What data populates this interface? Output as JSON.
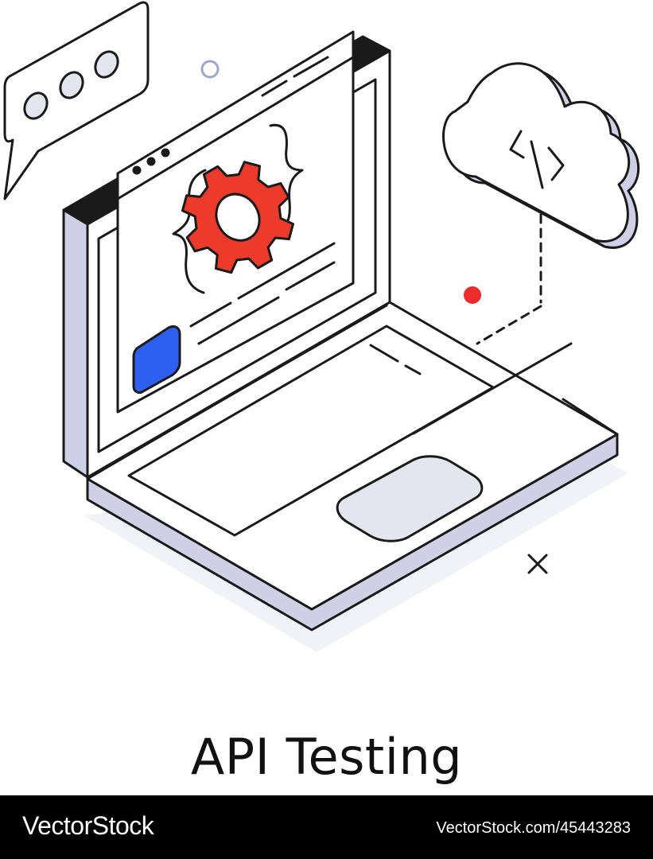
{
  "caption": "API Testing",
  "watermark": {
    "brand": "VectorStock",
    "id_text": "VectorStock.com/45443283"
  },
  "colors": {
    "outline": "#1a1a1a",
    "lavender": "#cfd0e6",
    "pad": "#e3e5ef",
    "gear": "#ec3a2b",
    "blue_key": "#2f5ff0",
    "accent_dot": "#ee2c2c",
    "small_circle": "#9ea6c9"
  },
  "icons": [
    "chat-bubble-icon",
    "laptop-icon",
    "gear-icon",
    "code-brackets-icon",
    "cloud-code-icon",
    "close-x-icon"
  ]
}
